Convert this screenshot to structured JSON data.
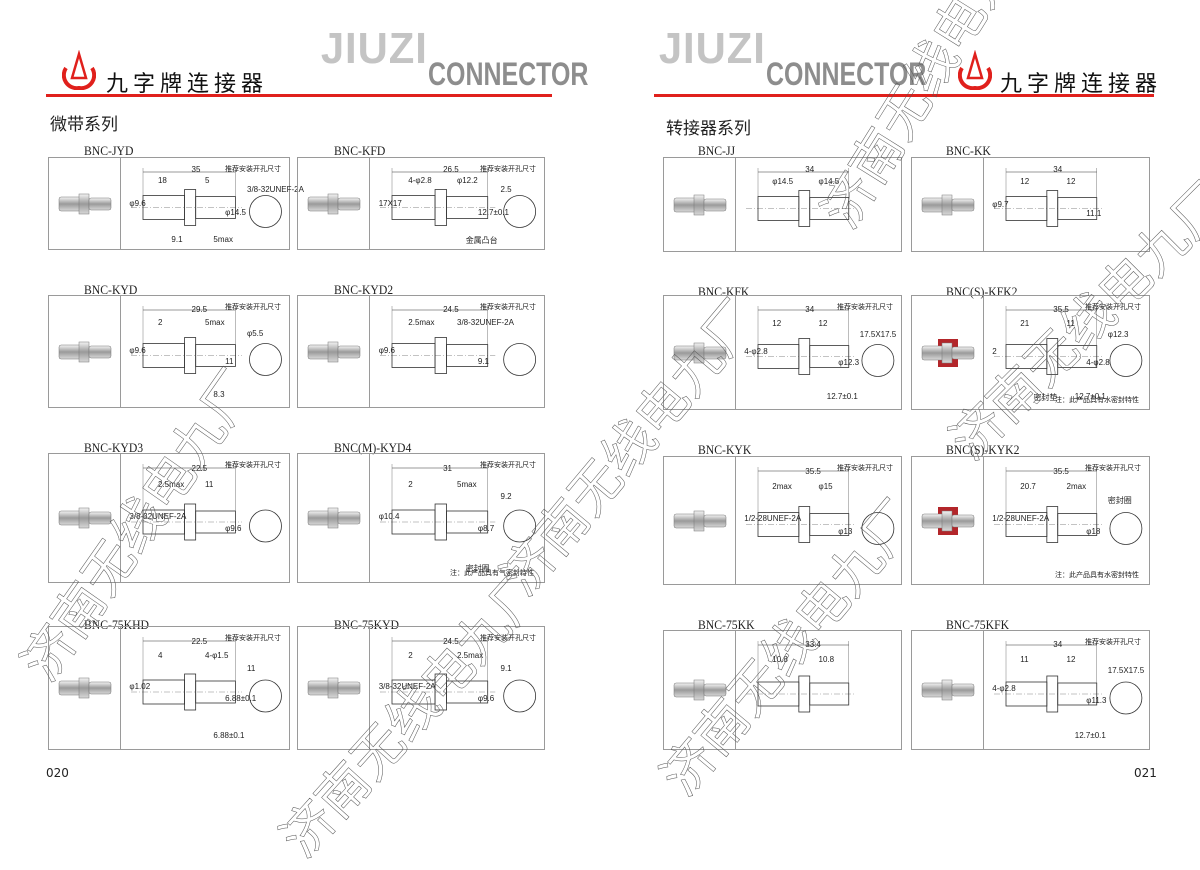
{
  "brand": {
    "en_top": "JIUZI",
    "en_bottom": "CONNECTOR",
    "cn": "九字牌连接器",
    "registered": "®"
  },
  "recommend_label": "推荐安装开孔尺寸",
  "watermark": "济南无线电九厂",
  "colors": {
    "accent": "#e0201c",
    "panel_border": "#9a9a9a"
  },
  "left_page": {
    "series": "微带系列",
    "page_number": "020",
    "products": [
      {
        "name": "BNC-JYD",
        "dims": [
          "35",
          "18",
          "5",
          "φ9.6",
          "φ14.5",
          "3/8-32UNEF-2A",
          "5max",
          "9.1"
        ],
        "recommend": true
      },
      {
        "name": "BNC-KFD",
        "dims": [
          "26.5",
          "4-φ2.8",
          "φ12.2",
          "17X17",
          "12.7±0.1",
          "2.5",
          "金属凸台"
        ],
        "recommend": true
      },
      {
        "name": "BNC-KYD",
        "dims": [
          "29.5",
          "2",
          "5max",
          "φ9.6",
          "11",
          "φ5.5",
          "8.3"
        ],
        "recommend": true
      },
      {
        "name": "BNC-KYD2",
        "dims": [
          "24.5",
          "2.5max",
          "3/8-32UNEF-2A",
          "φ9.6",
          "9.1"
        ],
        "recommend": true
      },
      {
        "name": "BNC-KYD3",
        "dims": [
          "22.5",
          "2.5max",
          "11",
          "3/8-32UNEF-2A",
          "φ9.6"
        ],
        "recommend": true
      },
      {
        "name": "BNC(M)-KYD4",
        "dims": [
          "31",
          "2",
          "5max",
          "φ10.4",
          "φ8.7",
          "9.2",
          "密封圈"
        ],
        "recommend": true,
        "note": "注：此产品具有气密封特性"
      },
      {
        "name": "BNC-75KHD",
        "dims": [
          "22.5",
          "4",
          "4-φ1.5",
          "φ1.02",
          "6.88±0.1",
          "11",
          "6.88±0.1"
        ],
        "recommend": true
      },
      {
        "name": "BNC-75KYD",
        "dims": [
          "24.5",
          "2",
          "2.5max",
          "3/8-32UNEF-2A",
          "φ9.6",
          "9.1"
        ],
        "recommend": true
      }
    ]
  },
  "right_page": {
    "series": "转接器系列",
    "page_number": "021",
    "products": [
      {
        "name": "BNC-JJ",
        "dims": [
          "34",
          "φ14.5",
          "φ14.5"
        ],
        "recommend": false
      },
      {
        "name": "BNC-KK",
        "dims": [
          "34",
          "12",
          "12",
          "φ9.7",
          "11.1"
        ],
        "recommend": false
      },
      {
        "name": "BNC-KFK",
        "dims": [
          "34",
          "12",
          "12",
          "4-φ2.8",
          "φ12.3",
          "17.5X17.5",
          "12.7±0.1"
        ],
        "recommend": true
      },
      {
        "name": "BNC(S)-KFK2",
        "dims": [
          "35.5",
          "21",
          "11",
          "2",
          "4-φ2.8",
          "φ12.3",
          "12.7±0.1",
          "密封垫"
        ],
        "recommend": true,
        "note": "注：此产品具有水密封特性"
      },
      {
        "name": "BNC-KYK",
        "dims": [
          "35.5",
          "2max",
          "φ15",
          "1/2-28UNEF-2A",
          "φ13"
        ],
        "recommend": true
      },
      {
        "name": "BNC(S)-KYK2",
        "dims": [
          "35.5",
          "20.7",
          "2max",
          "1/2-28UNEF-2A",
          "φ18",
          "密封圈"
        ],
        "recommend": true,
        "note": "注：此产品具有水密封特性"
      },
      {
        "name": "BNC-75KK",
        "dims": [
          "33.4",
          "10.8",
          "10.8"
        ],
        "recommend": false
      },
      {
        "name": "BNC-75KFK",
        "dims": [
          "34",
          "11",
          "12",
          "4-φ2.8",
          "φ11.3",
          "17.5X17.5",
          "12.7±0.1"
        ],
        "recommend": true
      }
    ]
  }
}
